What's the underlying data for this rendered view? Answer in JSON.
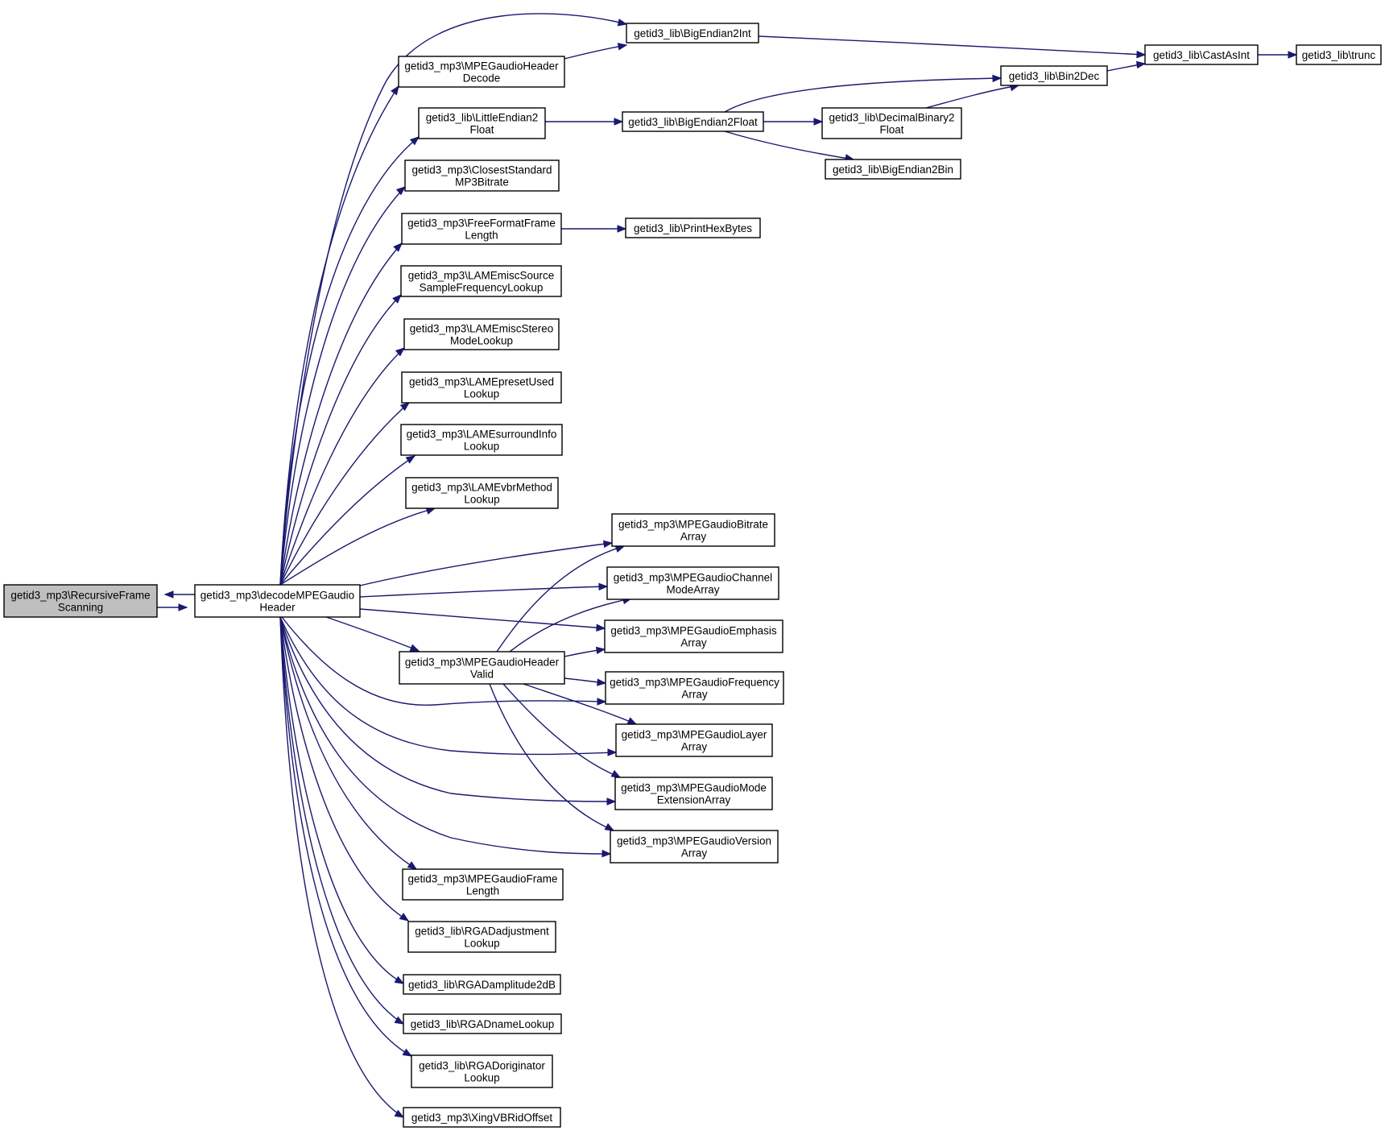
{
  "diagram": {
    "nodes": [
      {
        "id": "rfs",
        "lines": [
          "getid3_mp3\\RecursiveFrame",
          "Scanning"
        ],
        "highlight": true
      },
      {
        "id": "dmh",
        "lines": [
          "getid3_mp3\\decodeMPEGaudio",
          "Header"
        ]
      },
      {
        "id": "be2i",
        "lines": [
          "getid3_lib\\BigEndian2Int"
        ]
      },
      {
        "id": "mhd",
        "lines": [
          "getid3_mp3\\MPEGaudioHeader",
          "Decode"
        ]
      },
      {
        "id": "cai",
        "lines": [
          "getid3_lib\\CastAsInt"
        ]
      },
      {
        "id": "trunc",
        "lines": [
          "getid3_lib\\trunc"
        ]
      },
      {
        "id": "b2d",
        "lines": [
          "getid3_lib\\Bin2Dec"
        ]
      },
      {
        "id": "le2f",
        "lines": [
          "getid3_lib\\LittleEndian2",
          "Float"
        ]
      },
      {
        "id": "be2f",
        "lines": [
          "getid3_lib\\BigEndian2Float"
        ]
      },
      {
        "id": "db2f",
        "lines": [
          "getid3_lib\\DecimalBinary2",
          "Float"
        ]
      },
      {
        "id": "be2b",
        "lines": [
          "getid3_lib\\BigEndian2Bin"
        ]
      },
      {
        "id": "csmb",
        "lines": [
          "getid3_mp3\\ClosestStandard",
          "MP3Bitrate"
        ]
      },
      {
        "id": "fffl",
        "lines": [
          "getid3_mp3\\FreeFormatFrame",
          "Length"
        ]
      },
      {
        "id": "phb",
        "lines": [
          "getid3_lib\\PrintHexBytes"
        ]
      },
      {
        "id": "lssfl",
        "lines": [
          "getid3_mp3\\LAMEmiscSource",
          "SampleFrequencyLookup"
        ]
      },
      {
        "id": "lsml",
        "lines": [
          "getid3_mp3\\LAMEmiscStereo",
          "ModeLookup"
        ]
      },
      {
        "id": "lpul",
        "lines": [
          "getid3_mp3\\LAMEpresetUsed",
          "Lookup"
        ]
      },
      {
        "id": "lsil",
        "lines": [
          "getid3_mp3\\LAMEsurroundInfo",
          "Lookup"
        ]
      },
      {
        "id": "lvml",
        "lines": [
          "getid3_mp3\\LAMEvbrMethod",
          "Lookup"
        ]
      },
      {
        "id": "mba",
        "lines": [
          "getid3_mp3\\MPEGaudioBitrate",
          "Array"
        ]
      },
      {
        "id": "mcma",
        "lines": [
          "getid3_mp3\\MPEGaudioChannel",
          "ModeArray"
        ]
      },
      {
        "id": "mea",
        "lines": [
          "getid3_mp3\\MPEGaudioEmphasis",
          "Array"
        ]
      },
      {
        "id": "mhv",
        "lines": [
          "getid3_mp3\\MPEGaudioHeader",
          "Valid"
        ]
      },
      {
        "id": "mfa",
        "lines": [
          "getid3_mp3\\MPEGaudioFrequency",
          "Array"
        ]
      },
      {
        "id": "mla",
        "lines": [
          "getid3_mp3\\MPEGaudioLayer",
          "Array"
        ]
      },
      {
        "id": "mmea",
        "lines": [
          "getid3_mp3\\MPEGaudioMode",
          "ExtensionArray"
        ]
      },
      {
        "id": "mva",
        "lines": [
          "getid3_mp3\\MPEGaudioVersion",
          "Array"
        ]
      },
      {
        "id": "mfl",
        "lines": [
          "getid3_mp3\\MPEGaudioFrame",
          "Length"
        ]
      },
      {
        "id": "rgaal",
        "lines": [
          "getid3_lib\\RGADadjustment",
          "Lookup"
        ]
      },
      {
        "id": "rga2db",
        "lines": [
          "getid3_lib\\RGADamplitude2dB"
        ]
      },
      {
        "id": "rganl",
        "lines": [
          "getid3_lib\\RGADnameLookup"
        ]
      },
      {
        "id": "rgaol",
        "lines": [
          "getid3_lib\\RGADoriginator",
          "Lookup"
        ]
      },
      {
        "id": "xvbr",
        "lines": [
          "getid3_mp3\\XingVBRidOffset"
        ]
      }
    ],
    "edges": [
      {
        "from": "rfs",
        "to": "dmh"
      },
      {
        "from": "dmh",
        "to": "rfs"
      },
      {
        "from": "dmh",
        "to": "be2i"
      },
      {
        "from": "dmh",
        "to": "mhd"
      },
      {
        "from": "dmh",
        "to": "le2f"
      },
      {
        "from": "dmh",
        "to": "csmb"
      },
      {
        "from": "dmh",
        "to": "fffl"
      },
      {
        "from": "dmh",
        "to": "lssfl"
      },
      {
        "from": "dmh",
        "to": "lsml"
      },
      {
        "from": "dmh",
        "to": "lpul"
      },
      {
        "from": "dmh",
        "to": "lsil"
      },
      {
        "from": "dmh",
        "to": "lvml"
      },
      {
        "from": "dmh",
        "to": "mba"
      },
      {
        "from": "dmh",
        "to": "mcma"
      },
      {
        "from": "dmh",
        "to": "mea"
      },
      {
        "from": "dmh",
        "to": "mhv"
      },
      {
        "from": "dmh",
        "to": "mfa"
      },
      {
        "from": "dmh",
        "to": "mla"
      },
      {
        "from": "dmh",
        "to": "mmea"
      },
      {
        "from": "dmh",
        "to": "mva"
      },
      {
        "from": "dmh",
        "to": "mfl"
      },
      {
        "from": "dmh",
        "to": "rgaal"
      },
      {
        "from": "dmh",
        "to": "rga2db"
      },
      {
        "from": "dmh",
        "to": "rganl"
      },
      {
        "from": "dmh",
        "to": "rgaol"
      },
      {
        "from": "dmh",
        "to": "xvbr"
      },
      {
        "from": "mhd",
        "to": "be2i"
      },
      {
        "from": "be2i",
        "to": "cai"
      },
      {
        "from": "cai",
        "to": "trunc"
      },
      {
        "from": "b2d",
        "to": "cai"
      },
      {
        "from": "le2f",
        "to": "be2f"
      },
      {
        "from": "be2f",
        "to": "b2d"
      },
      {
        "from": "be2f",
        "to": "db2f"
      },
      {
        "from": "be2f",
        "to": "be2b"
      },
      {
        "from": "db2f",
        "to": "b2d"
      },
      {
        "from": "fffl",
        "to": "phb"
      },
      {
        "from": "mhv",
        "to": "mba"
      },
      {
        "from": "mhv",
        "to": "mcma"
      },
      {
        "from": "mhv",
        "to": "mea"
      },
      {
        "from": "mhv",
        "to": "mfa"
      },
      {
        "from": "mhv",
        "to": "mla"
      },
      {
        "from": "mhv",
        "to": "mmea"
      },
      {
        "from": "mhv",
        "to": "mva"
      }
    ]
  }
}
